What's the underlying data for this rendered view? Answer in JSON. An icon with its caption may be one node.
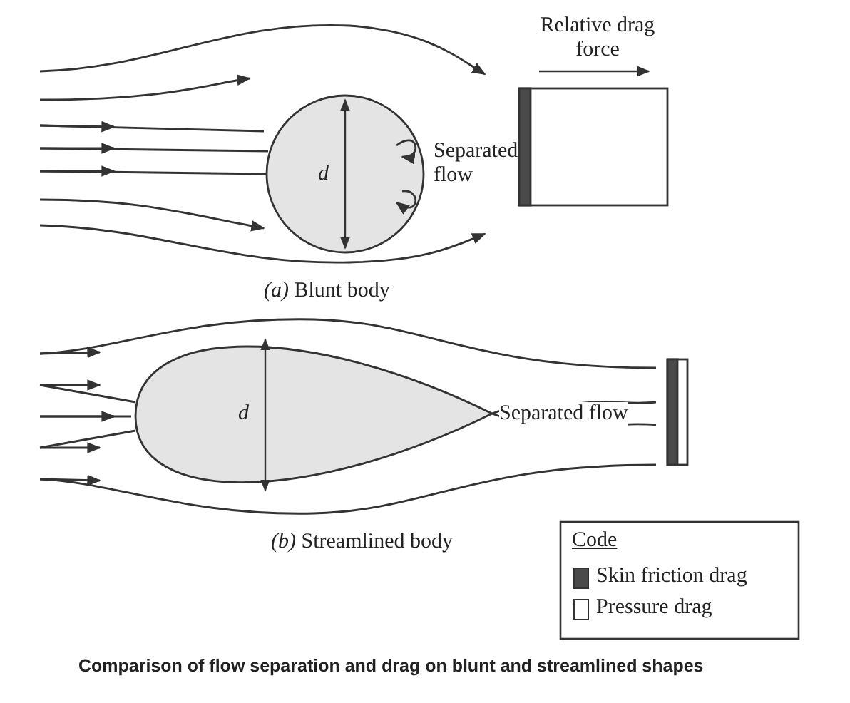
{
  "diagram": {
    "caption": "Comparison of flow separation and drag on blunt and streamlined shapes",
    "labels": [
      "Relative drag force",
      "d",
      "Separated flow",
      "*(a)* Blunt body",
      "d",
      "Separated flow",
      "*(b)* Streamlined body",
      "Code"
    ],
    "legend": [
      {
        "text": "Skin friction drag",
        "color": "#4a4a4a"
      },
      {
        "text": "Pressure drag",
        "color": "#ffffff"
      }
    ]
  }
}
